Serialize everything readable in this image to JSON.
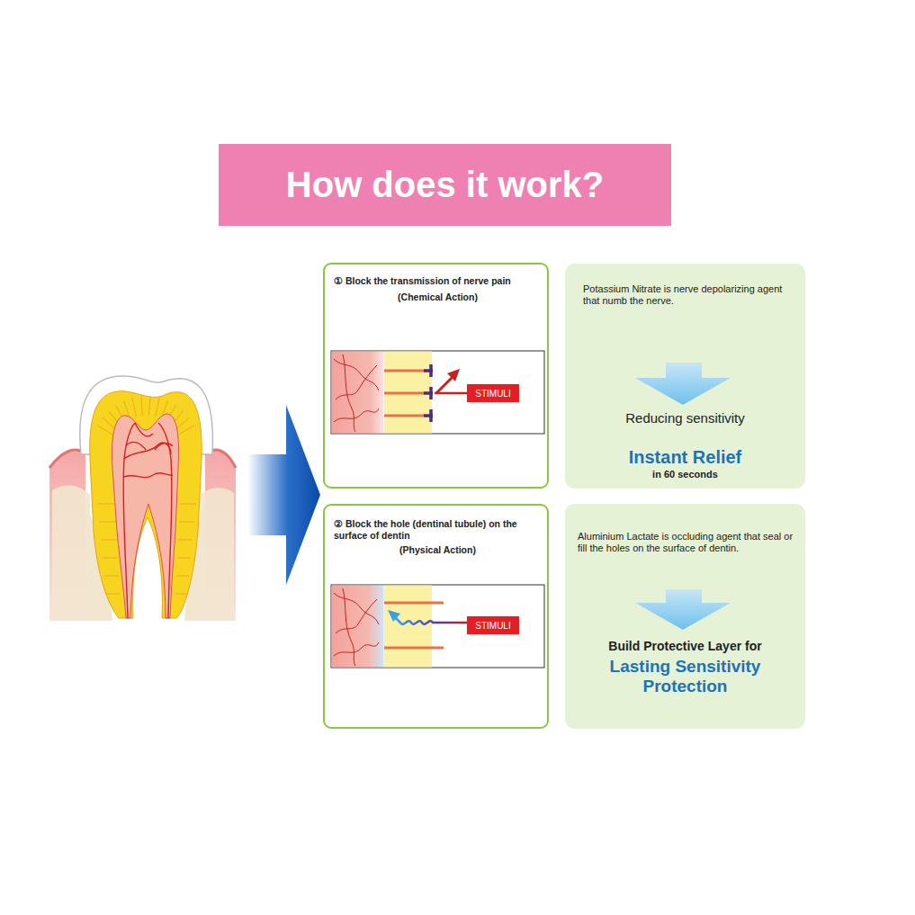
{
  "diagram": {
    "title": "How does it work?",
    "nodes": [
      {
        "text": [
          "① Block the transmission of nerve pain",
          "(Chemical Action)"
        ]
      },
      {
        "text": [
          "STIMULI"
        ],
        "in": 0
      },
      {
        "text": [
          "Potassium Nitrate is nerve depolarizing agent that numb the nerve.",
          "Reducing sensitivity",
          "Instant Relief",
          "in 60 seconds"
        ]
      },
      {
        "text": [
          "② Block the hole (dentinal tubule) on the surface of dentin",
          "(Physical Action)"
        ]
      },
      {
        "text": [
          "STIMULI"
        ],
        "in": 3
      },
      {
        "text": [
          "Aluminium Lactate is occluding agent that seal or fill the holes  on the surface of dentin.",
          "Build Protective Layer for",
          "Lasting Sensitivity Protection"
        ]
      }
    ]
  }
}
